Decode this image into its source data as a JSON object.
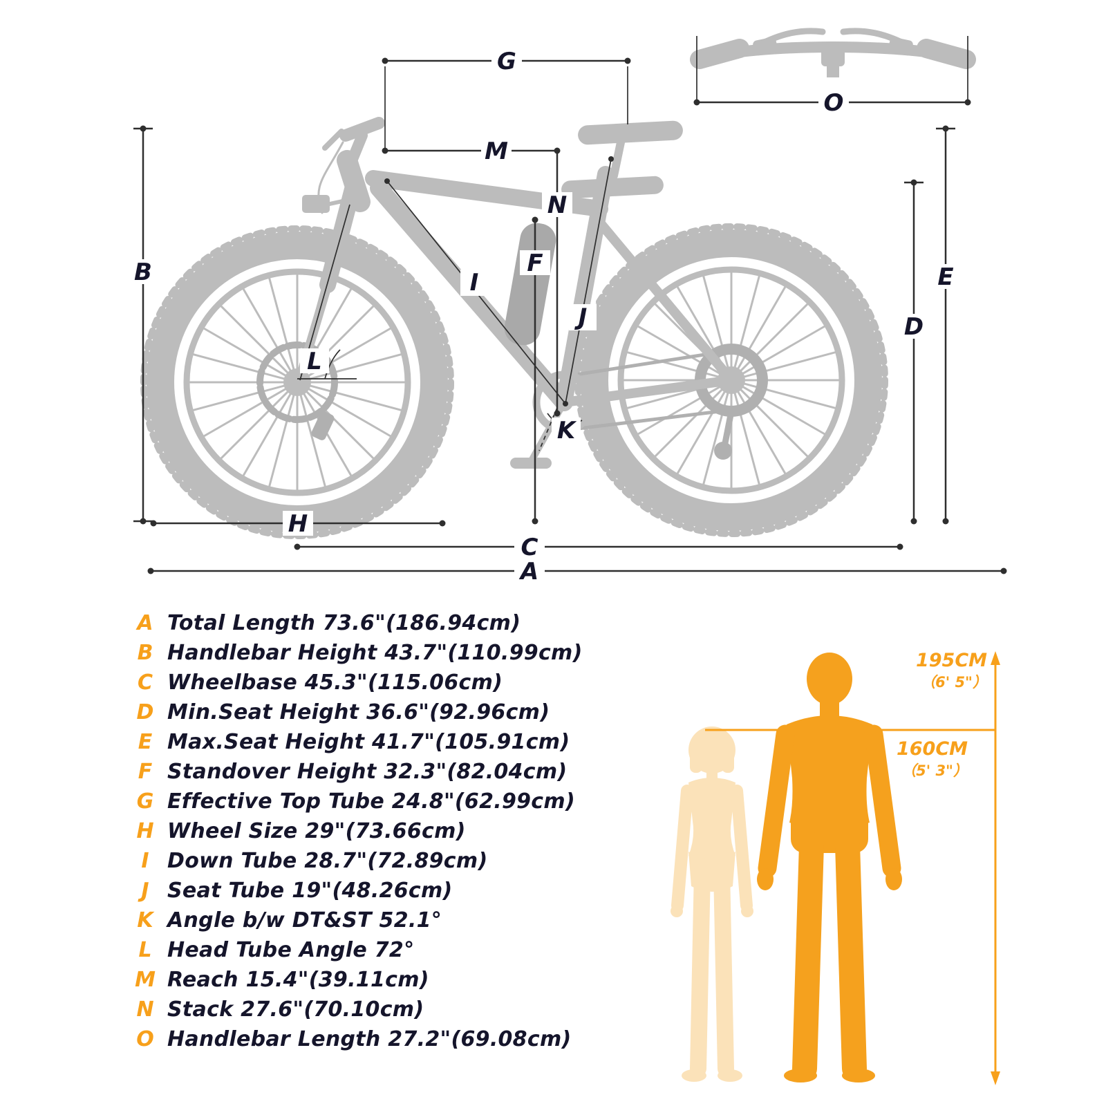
{
  "diagram": {
    "labels": {
      "a": "A",
      "b": "B",
      "c": "C",
      "d": "D",
      "e": "E",
      "f": "F",
      "g": "G",
      "h": "H",
      "i": "I",
      "j": "J",
      "k": "K",
      "l": "L",
      "m": "M",
      "n": "N",
      "o": "O"
    }
  },
  "legend": {
    "items": [
      {
        "key": "A",
        "text": "Total Length 73.6\"(186.94cm)"
      },
      {
        "key": "B",
        "text": "Handlebar Height 43.7\"(110.99cm)"
      },
      {
        "key": "C",
        "text": "Wheelbase 45.3\"(115.06cm)"
      },
      {
        "key": "D",
        "text": "Min.Seat Height 36.6\"(92.96cm)"
      },
      {
        "key": "E",
        "text": "Max.Seat Height 41.7\"(105.91cm)"
      },
      {
        "key": "F",
        "text": "Standover Height 32.3\"(82.04cm)"
      },
      {
        "key": "G",
        "text": "Effective Top Tube 24.8\"(62.99cm)"
      },
      {
        "key": "H",
        "text": "Wheel Size 29\"(73.66cm)"
      },
      {
        "key": "I",
        "text": "Down Tube 28.7\"(72.89cm)"
      },
      {
        "key": "J",
        "text": "Seat Tube 19\"(48.26cm)"
      },
      {
        "key": "K",
        "text": "Angle b/w DT&ST 52.1°"
      },
      {
        "key": "L",
        "text": "Head Tube Angle 72°"
      },
      {
        "key": "M",
        "text": "Reach 15.4\"(39.11cm)"
      },
      {
        "key": "N",
        "text": "Stack 27.6\"(70.10cm)"
      },
      {
        "key": "O",
        "text": "Handlebar Length 27.2\"(69.08cm)"
      }
    ]
  },
  "size_chart": {
    "tall_cm": "195CM",
    "tall_ft": "（6' 5\"）",
    "short_cm": "160CM",
    "short_ft": "（5' 3\"）"
  },
  "colors": {
    "accent": "#F7A01B",
    "text": "#15152B",
    "bike": "#BCBCBC",
    "woman": "#FBE2B9",
    "man": "#F5A11E"
  }
}
